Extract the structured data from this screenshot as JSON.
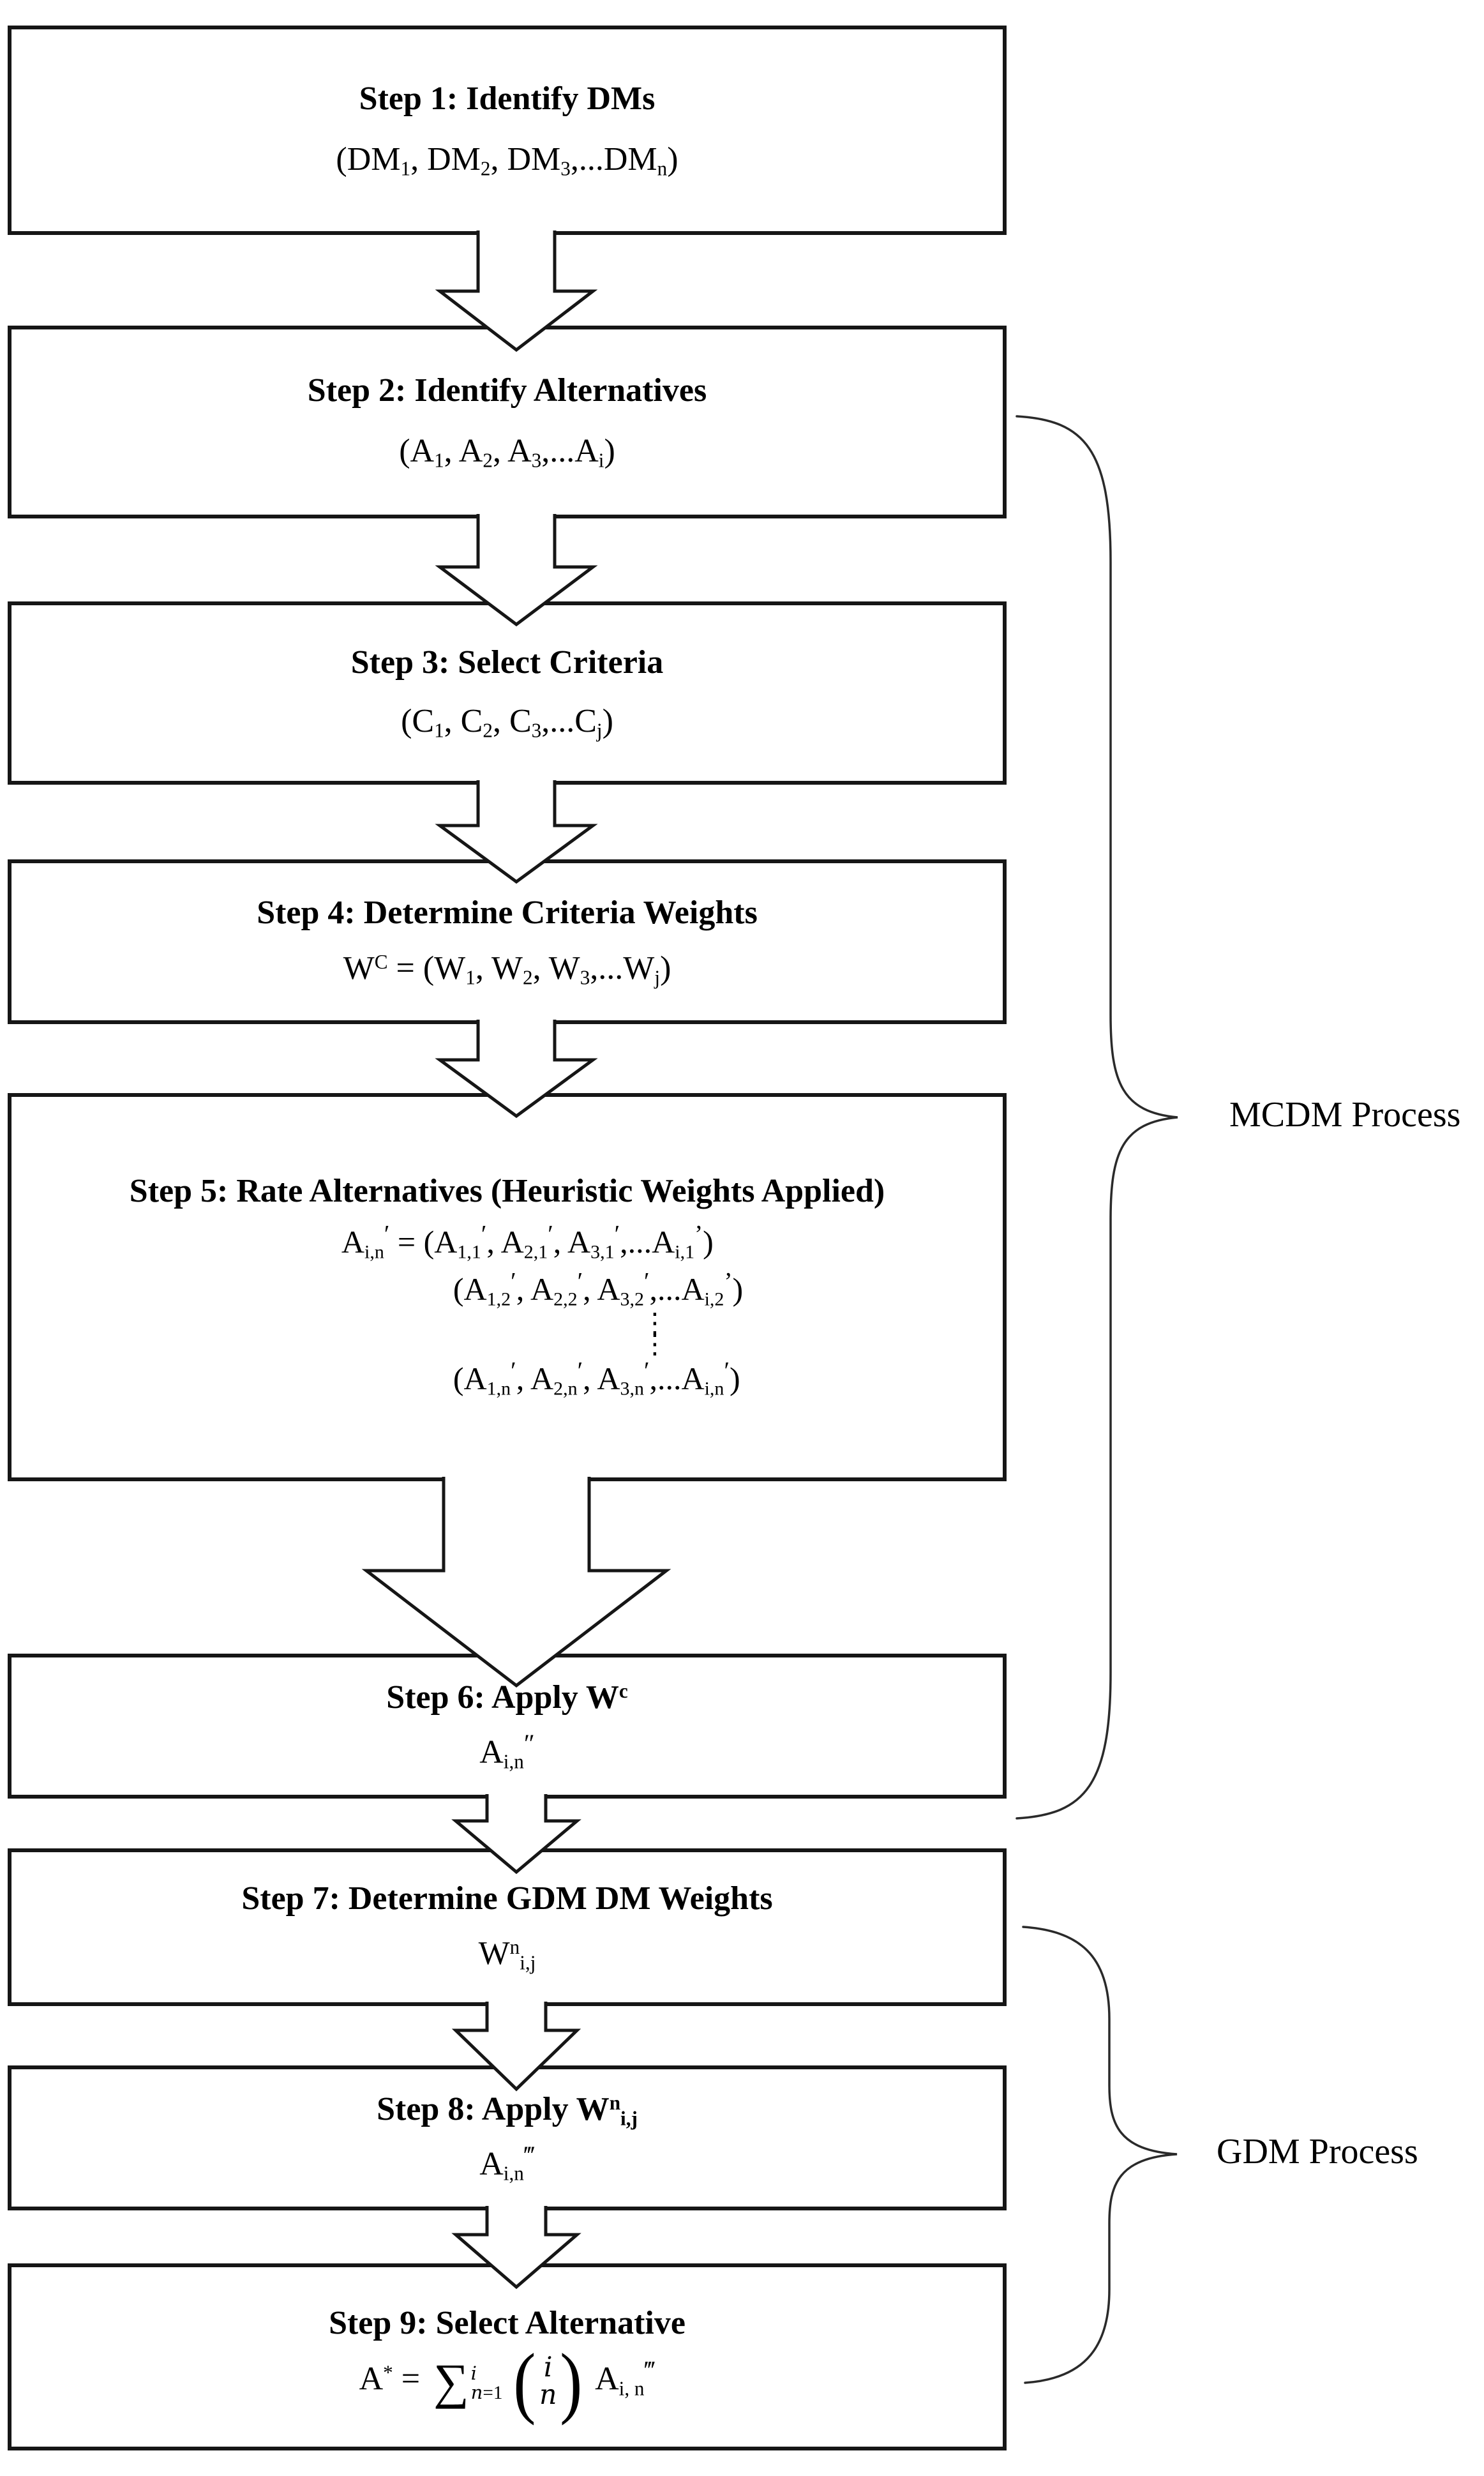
{
  "page": {
    "background": "#ffffff",
    "line_color": "#161616",
    "text_color": "#000000"
  },
  "labels": {
    "mcdm": "MCDM Process",
    "gdm": "GDM Process"
  },
  "icons": {
    "down_arrow": "block-arrow-down",
    "merge_arrow": "double-stem-merge-arrow-down",
    "brace": "right-curly-brace"
  },
  "boxes": [
    {
      "title": "Step 1: Identify DMs",
      "formula": "(DM<sub>1</sub>, DM<sub>2</sub>, DM<sub>3</sub>,...DM<sub>n</sub>)"
    },
    {
      "title": "Step 2: Identify Alternatives",
      "formula": "(A<sub>1</sub>, A<sub>2</sub>, A<sub>3</sub>,...A<sub>i</sub>)"
    },
    {
      "title": "Step 3: Select Criteria",
      "formula": "(C<sub>1</sub>, C<sub>2</sub>, C<sub>3</sub>,...C<sub>j</sub>)"
    },
    {
      "title": "Step 4: Determine Criteria Weights",
      "formula": "W<sup>C</sup> = (W<sub>1</sub>, W<sub>2</sub>, W<sub>3</sub>,...W<sub>j</sub>)"
    },
    {
      "title": "Step 5: Rate Alternatives (Heuristic Weights Applied)",
      "formula_lines": [
        "A<sub>i,n</sub><span class='pr'>&#8242;</span> = (A<sub>1,1</sub><span class='pr'>&#8242;</span>, A<sub>2,1</sub><span class='pr'>&#8242;</span>, A<sub>3,1</sub><span class='pr'>&#8242;</span>,...A<sub>i,1</sub><span class='pr'>&#8217;</span>)",
        "(A<sub>1,2</sub><span class='pr'>&#8242;</span>, A<sub>2,2</sub><span class='pr'>&#8242;</span>, A<sub>3,2</sub><span class='pr'>&#8242;</span>,...A<sub>i,2</sub><span class='pr'>&#8217;</span>)",
        "&#8942;",
        "&#8942;",
        "(A<sub>1,n</sub><span class='pr'>&#8242;</span>, A<sub>2,n</sub><span class='pr'>&#8242;</span>, A<sub>3,n</sub><span class='pr'>&#8242;</span>,...A<sub>i,n</sub><span class='pr'>&#8242;</span>)"
      ]
    },
    {
      "title": "Step 6: Apply W<sup>c</sup>",
      "formula": "A<sub>i,n</sub><span class='pr'>&#8243;</span>"
    },
    {
      "title": "Step 7: Determine GDM DM Weights",
      "formula": "W<sup>n</sup><sub>i,j</sub>"
    },
    {
      "title": "Step 8: Apply W<sup>n</sup><sub>i,j</sub>",
      "formula": "A<sub>i,n</sub><span class='pr'>&#8244;</span>"
    },
    {
      "title": "Step 9: Select Alternative",
      "formula": "A<sup>*</sup> = <span class='sumop'><span class='sig'>&#8721;</span><span class='lims'><span><i>i</i></span><span><i>n</i>=1</span></span></span><span class='binom'><span class='bp'>(</span><span class='bs'><span><i>i</i></span><span><i>n</i></span></span><span class='bp'>)</span></span> A<sub>i, n</sub><span class='pr'>&#8244;</span>"
    }
  ]
}
